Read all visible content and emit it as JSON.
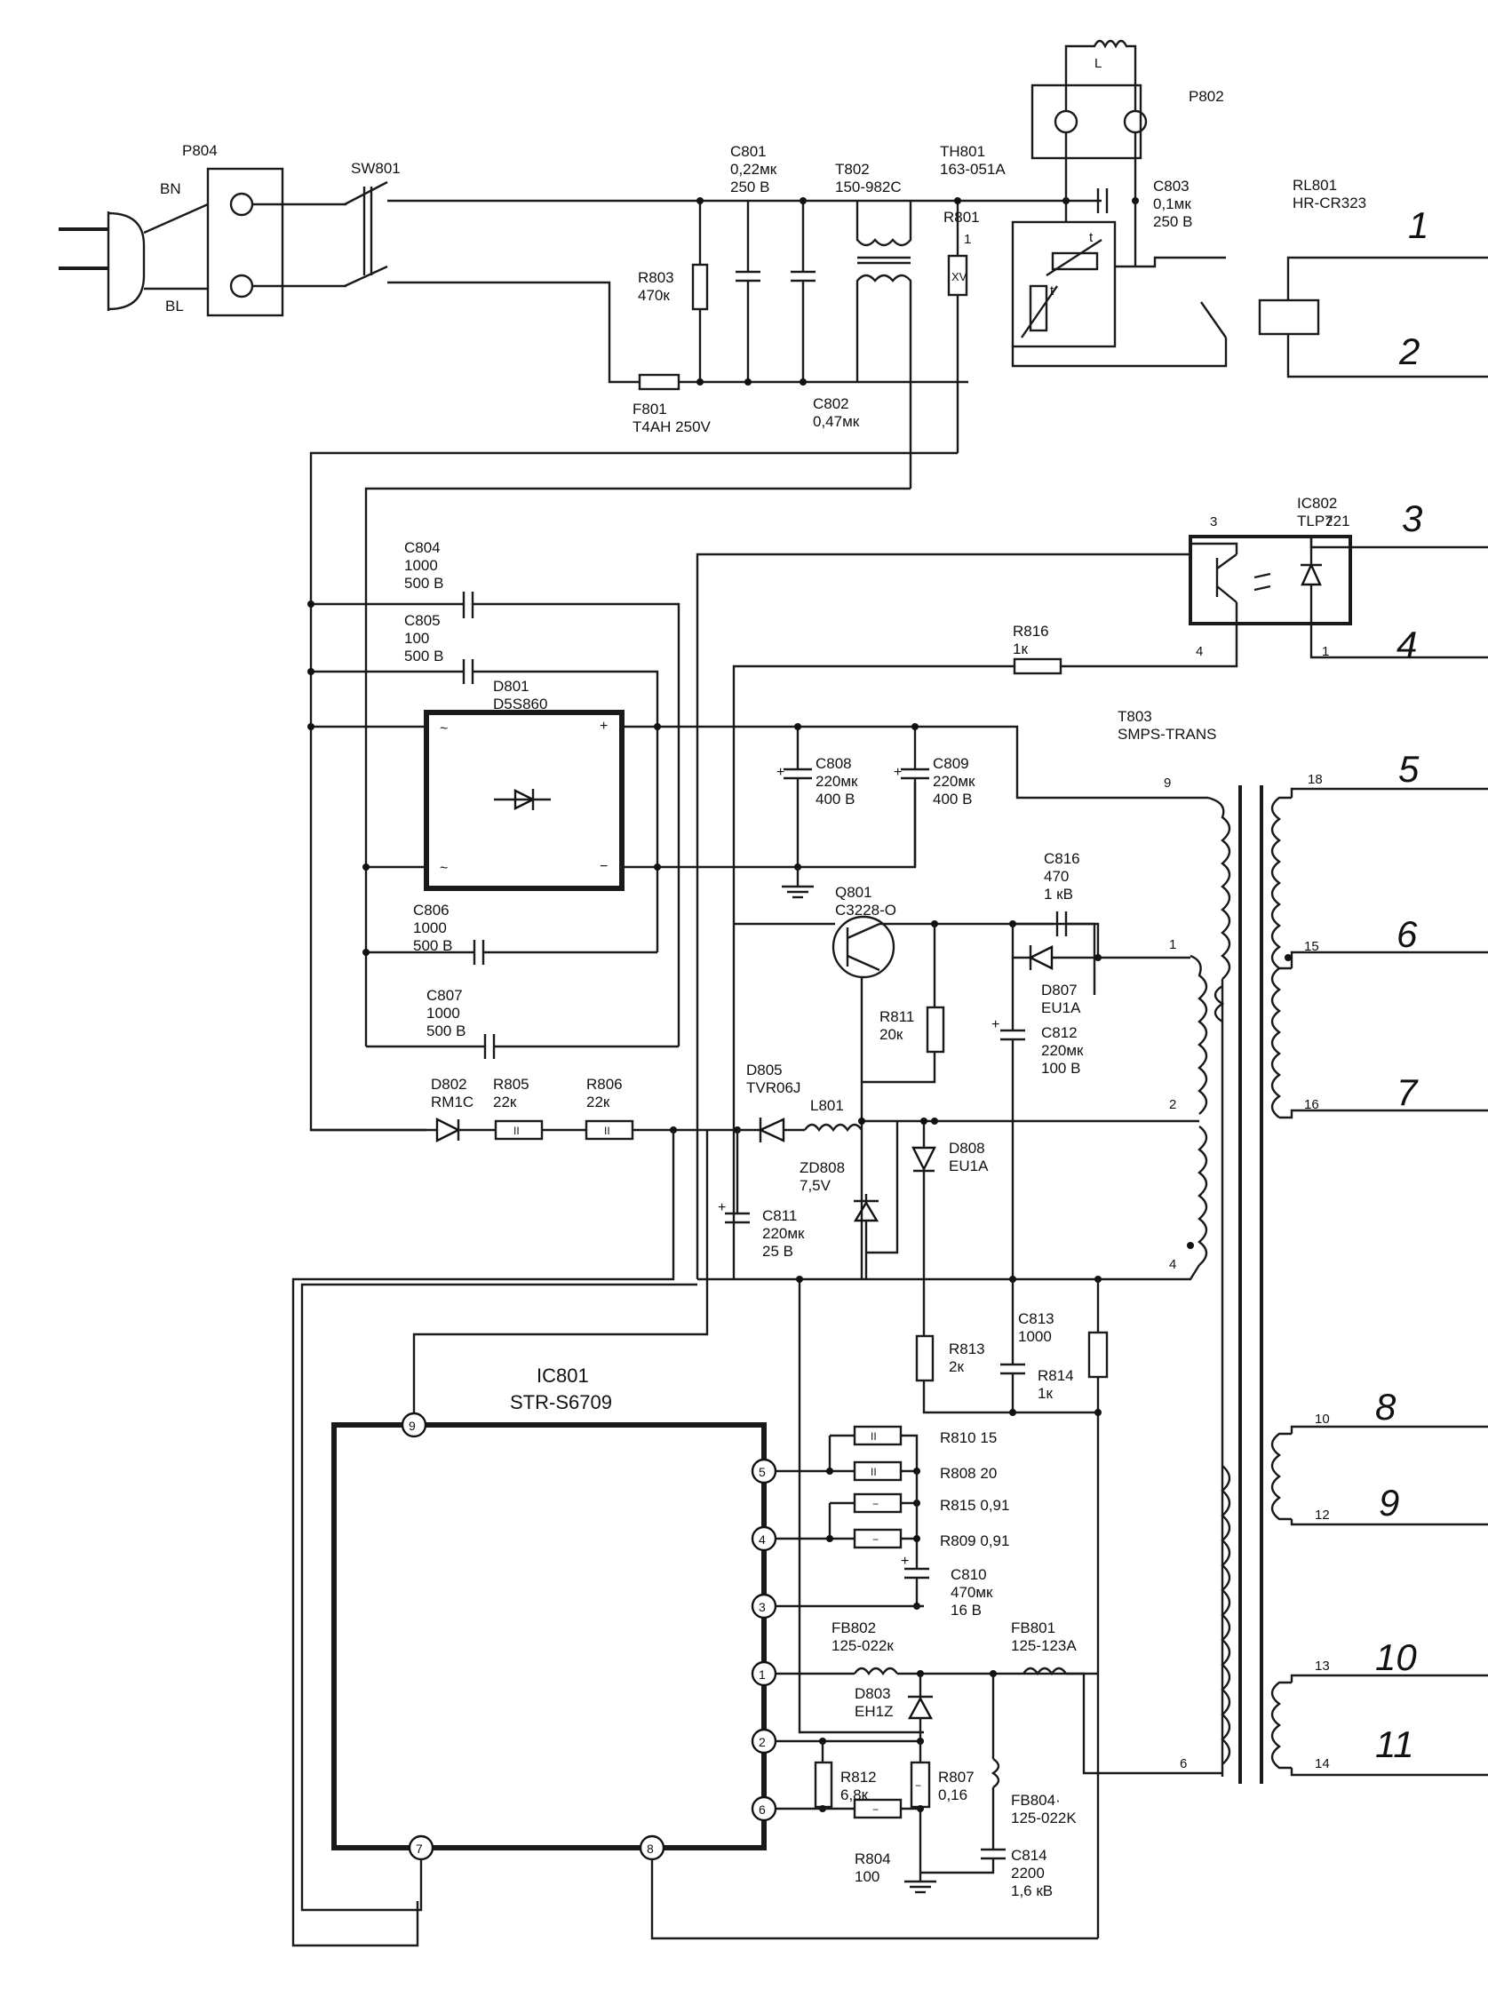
{
  "labels": {
    "p804": "P804",
    "bn": "BN",
    "bl": "BL",
    "sw801": "SW801",
    "c801a": "C801",
    "c801b": "0,22мк",
    "c801c": "250 В",
    "t802a": "T802",
    "t802b": "150-982C",
    "th801a": "TH801",
    "th801b": "163-051A",
    "r801": "R801",
    "r801pin": "1",
    "xv": "XV",
    "l": "L",
    "p802": "P802",
    "c803a": "C803",
    "c803b": "0,1мк",
    "c803c": "250 В",
    "rl801a": "RL801",
    "rl801b": "HR-CR323",
    "r803a": "R803",
    "r803b": "470к",
    "f801a": "F801",
    "f801b": "T4AH 250V",
    "c802a": "C802",
    "c802b": "0,47мк",
    "ic802a": "IC802",
    "ic802b": "TLP721",
    "ic802p3": "3",
    "ic802p2": "2",
    "ic802p4": "4",
    "ic802p1": "1",
    "c804a": "C804",
    "c804b": "1000",
    "c804c": "500 В",
    "c805a": "C805",
    "c805b": "100",
    "c805c": "500 В",
    "d801a": "D801",
    "d801b": "D5S860",
    "r816a": "R816",
    "r816b": "1к",
    "t803a": "T803",
    "t803b": "SMPS-TRANS",
    "c808a": "C808",
    "c808b": "220мк",
    "c808c": "400 В",
    "c809a": "C809",
    "c809b": "220мк",
    "c809c": "400 В",
    "c816a": "C816",
    "c816b": "470",
    "c816c": "1 кВ",
    "q801a": "Q801",
    "q801b": "C3228-O",
    "c806a": "C806",
    "c806b": "1000",
    "c806c": "500 В",
    "d807a": "D807",
    "d807b": "EU1A",
    "r811a": "R811",
    "r811b": "20к",
    "c812a": "C812",
    "c812b": "220мк",
    "c812c": "100 В",
    "c807a": "C807",
    "c807b": "1000",
    "c807c": "500 В",
    "d805a": "D805",
    "d805b": "TVR06J",
    "d802a": "D802",
    "d802b": "RM1C",
    "r805a": "R805",
    "r805b": "22к",
    "r806a": "R806",
    "r806b": "22к",
    "l801": "L801",
    "d808a": "D808",
    "d808b": "EU1A",
    "zd808a": "ZD808",
    "zd808b": "7,5V",
    "c811a": "C811",
    "c811b": "220мк",
    "c811c": "25 В",
    "c813a": "C813",
    "c813b": "1000",
    "r813a": "R813",
    "r813b": "2к",
    "r814a": "R814",
    "r814b": "1к",
    "ic801a": "IC801",
    "ic801b": "STR-S6709",
    "r810": "R810  15",
    "r808": "R808  20",
    "r815": "R815  0,91",
    "r809": "R809  0,91",
    "c810a": "C810",
    "c810b": "470мк",
    "c810c": "16 В",
    "fb802a": "FB802",
    "fb802b": "125-022к",
    "fb801a": "FB801",
    "fb801b": "125-123A",
    "d803a": "D803",
    "d803b": "EH1Z",
    "r812a": "R812",
    "r812b": "6,8к",
    "r807a": "R807",
    "r807b": "0,16",
    "fb804a": "FB804·",
    "fb804b": "125-022K",
    "r804a": "R804",
    "r804b": "100",
    "c814a": "C814",
    "c814b": "2200",
    "c814c": "1,6 кВ",
    "w1": "1",
    "w2": "2",
    "w4": "4",
    "w6": "6",
    "w9": "9",
    "w10": "10",
    "w12": "12",
    "w13": "13",
    "w14": "14",
    "w15": "15",
    "w16": "16",
    "w18": "18"
  },
  "ic801_pins": [
    "9",
    "5",
    "4",
    "3",
    "1",
    "2",
    "6",
    "7",
    "8"
  ],
  "connector_numbers": [
    "1",
    "2",
    "3",
    "4",
    "5",
    "6",
    "7",
    "8",
    "9",
    "10",
    "11"
  ]
}
